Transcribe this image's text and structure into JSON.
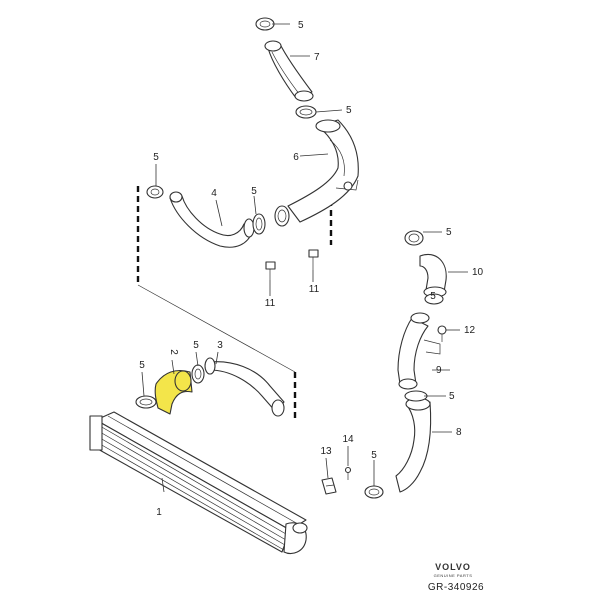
{
  "callouts": [
    {
      "id": "c1",
      "label": "1"
    },
    {
      "id": "c2",
      "label": "2"
    },
    {
      "id": "c3",
      "label": "3"
    },
    {
      "id": "c4",
      "label": "4"
    },
    {
      "id": "c5a",
      "label": "5"
    },
    {
      "id": "c5b",
      "label": "5"
    },
    {
      "id": "c5c",
      "label": "5"
    },
    {
      "id": "c5d",
      "label": "5"
    },
    {
      "id": "c5e",
      "label": "5"
    },
    {
      "id": "c5f",
      "label": "5"
    },
    {
      "id": "c5g",
      "label": "5"
    },
    {
      "id": "c5h",
      "label": "5"
    },
    {
      "id": "c5i",
      "label": "5"
    },
    {
      "id": "c5j",
      "label": "5"
    },
    {
      "id": "c6",
      "label": "6"
    },
    {
      "id": "c7",
      "label": "7"
    },
    {
      "id": "c8",
      "label": "8"
    },
    {
      "id": "c9",
      "label": "9"
    },
    {
      "id": "c10",
      "label": "10"
    },
    {
      "id": "c11a",
      "label": "11"
    },
    {
      "id": "c11b",
      "label": "11"
    },
    {
      "id": "c12",
      "label": "12"
    },
    {
      "id": "c13",
      "label": "13"
    },
    {
      "id": "c14",
      "label": "14"
    }
  ],
  "highlight": {
    "part": "2",
    "color": "#f3e54a"
  },
  "brand": {
    "name": "VOLVO",
    "sub": "GENUINE PARTS"
  },
  "reference": "GR-340926"
}
